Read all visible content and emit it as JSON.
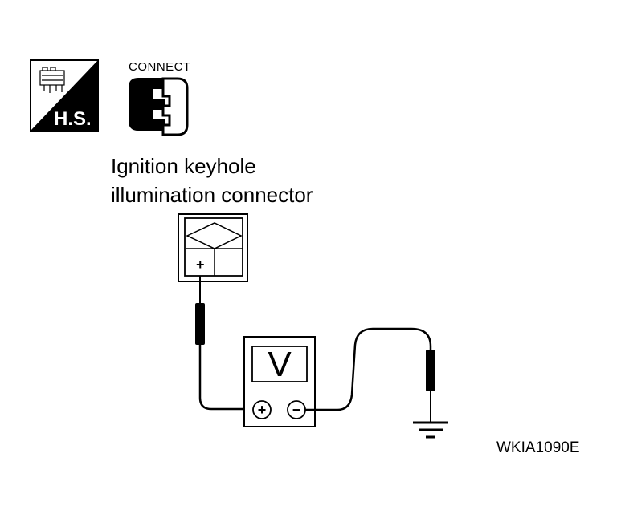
{
  "icons": {
    "harness_icon": {
      "label": "H.S."
    },
    "connect_icon": {
      "label": "CONNECT"
    }
  },
  "title": {
    "line1": "Ignition keyhole",
    "line2": "illumination connector"
  },
  "connector": {
    "terminal_label": "+"
  },
  "voltmeter": {
    "display": "V",
    "positive_terminal": "+",
    "negative_terminal": "−"
  },
  "figure_code": "WKIA1090E"
}
